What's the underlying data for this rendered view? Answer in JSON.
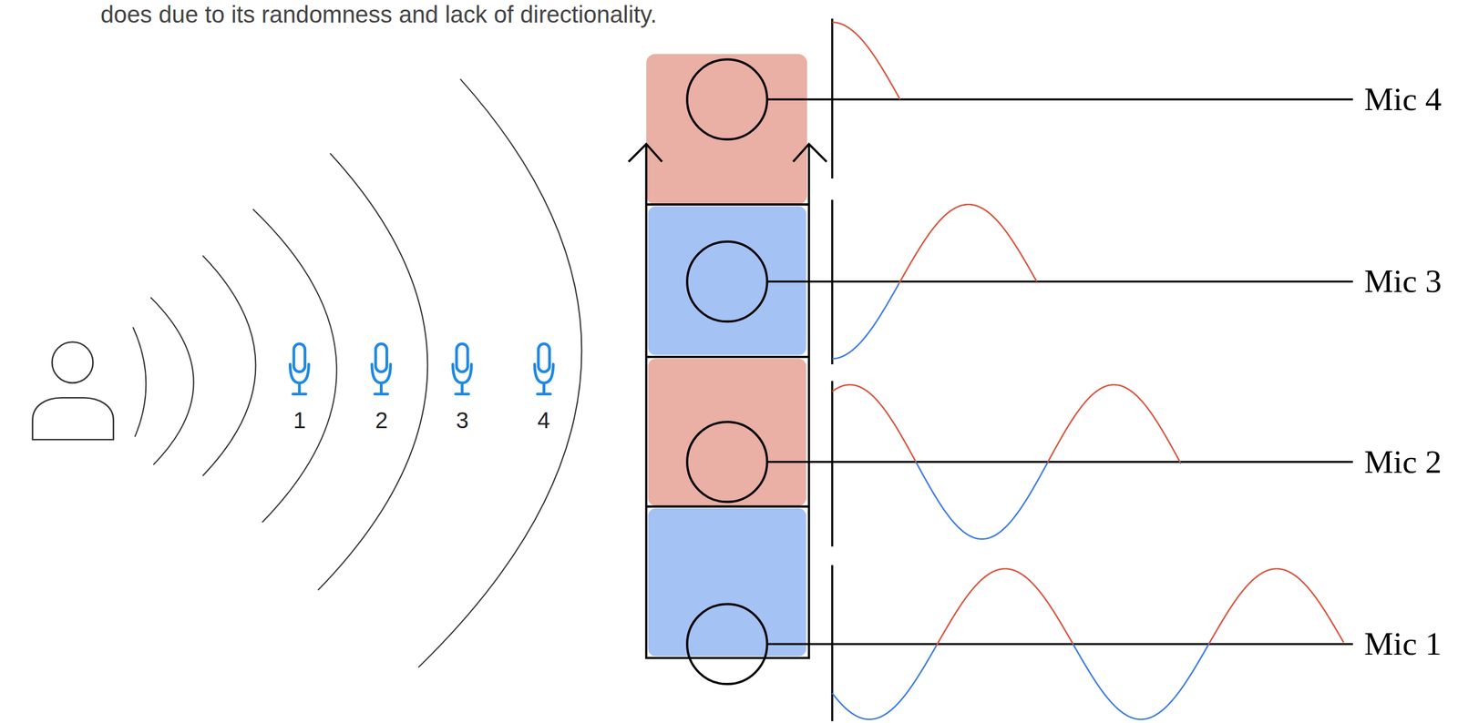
{
  "diagram": {
    "labels": [
      "does due to its randomness and lack of directionality.",
      "1",
      "2",
      "3",
      "4",
      "Mic 4",
      "Mic 3",
      "Mic 2",
      "Mic 1"
    ]
  }
}
